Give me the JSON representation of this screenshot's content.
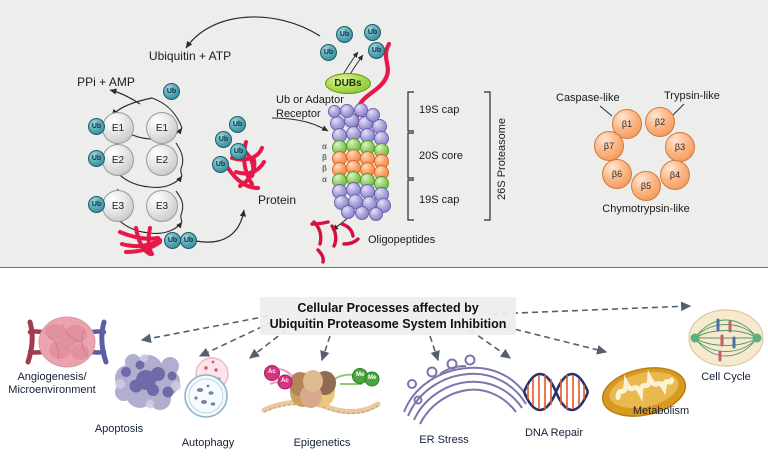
{
  "figure": {
    "top_panel": {
      "nodes": {
        "ubiquitin_atp": "Ubiquitin + ATP",
        "ppi_amp": "PPi + AMP",
        "ub": "Ub",
        "e1": "E1",
        "e2": "E2",
        "e3": "E3",
        "protein": "Protein",
        "dubs": "DUBs",
        "receptor": "Ub or Adaptor\nReceptor",
        "receptor_line1": "Ub or Adaptor",
        "receptor_line2": "Receptor",
        "oligopeptides": "Oligopeptides"
      },
      "proteasome": {
        "cap_top": "19S cap",
        "core": "20S core",
        "cap_bottom": "19S cap",
        "whole": "26S Proteasome",
        "ring_labels": [
          "α",
          "β",
          "β",
          "α"
        ]
      },
      "beta_ring": {
        "subunits": [
          "β1",
          "β2",
          "β3",
          "β4",
          "β5",
          "β6",
          "β7"
        ],
        "activities": {
          "caspase": "Caspase-like",
          "trypsin": "Trypsin-like",
          "chymotrypsin": "Chymotrypsin-like"
        }
      }
    },
    "bottom_panel": {
      "title_line1": "Cellular Processes affected by",
      "title_line2": "Ubiquitin Proteasome System Inhibition",
      "processes": [
        {
          "label": "Angiogenesis/\nMicroenvironment",
          "line1": "Angiogenesis/",
          "line2": "Microenvironment",
          "icon": "tumor-vessel-icon"
        },
        {
          "label": "Apoptosis",
          "line1": "Apoptosis",
          "line2": "",
          "icon": "apoptotic-cell-icon"
        },
        {
          "label": "Autophagy",
          "line1": "Autophagy",
          "line2": "",
          "icon": "autophagosome-icon"
        },
        {
          "label": "Epigenetics",
          "line1": "Epigenetics",
          "line2": "",
          "icon": "nucleosome-icon"
        },
        {
          "label": "ER Stress",
          "line1": "ER Stress",
          "line2": "",
          "icon": "endoplasmic-reticulum-icon"
        },
        {
          "label": "DNA Repair",
          "line1": "DNA Repair",
          "line2": "",
          "icon": "dna-helix-icon"
        },
        {
          "label": "Metabolism",
          "line1": "Metabolism",
          "line2": "",
          "icon": "mitochondrion-icon"
        },
        {
          "label": "Cell Cycle",
          "line1": "Cell Cycle",
          "line2": "",
          "icon": "mitotic-spindle-icon"
        }
      ],
      "epigenetic_marks": {
        "acetyl": "Ac",
        "methyl": "Me"
      }
    },
    "colors": {
      "ubiquitin": "#3f97a6",
      "enzyme": "#d8d8d8",
      "dubs": "#9ad24a",
      "cap_19s": "#8d86c9",
      "alpha_ring": "#7fc653",
      "beta_ring": "#f38f45",
      "substrate": "#e8174a",
      "panel_top_bg": "#ededec",
      "panel_bottom_bg": "#a9d3ef"
    }
  }
}
